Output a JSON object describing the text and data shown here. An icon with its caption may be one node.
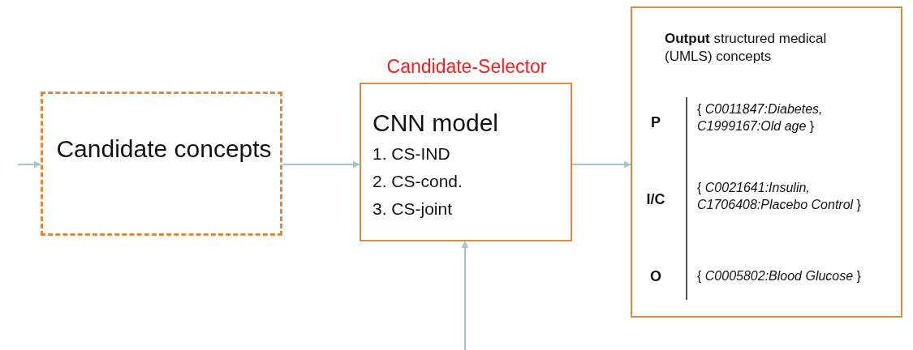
{
  "diagram": {
    "nodes": [
      {
        "text": [
          "Candidate concepts"
        ]
      },
      {
        "text": [
          "Candidate-Selector",
          "CNN model",
          "1. CS-IND",
          "2. CS-cond.",
          "3. CS-joint"
        ]
      },
      {
        "text": [
          "**Output** structured medical (UMLS) concepts",
          "P",
          "{ *C0011847:Diabetes, C1999167:Old age* }",
          "I/C",
          "{ *C0021641:Insulin, C1706408:Placebo Control* }",
          "O",
          "{ *C0005802:Blood Glucose* }"
        ]
      }
    ],
    "edges": [
      {
        "from": null,
        "to": 0,
        "arrow": "to"
      },
      {
        "from": 0,
        "to": 1,
        "arrow": "to"
      },
      {
        "from": 1,
        "to": 2,
        "arrow": "to"
      },
      {
        "from": null,
        "to": 1,
        "arrow": "to"
      }
    ]
  }
}
